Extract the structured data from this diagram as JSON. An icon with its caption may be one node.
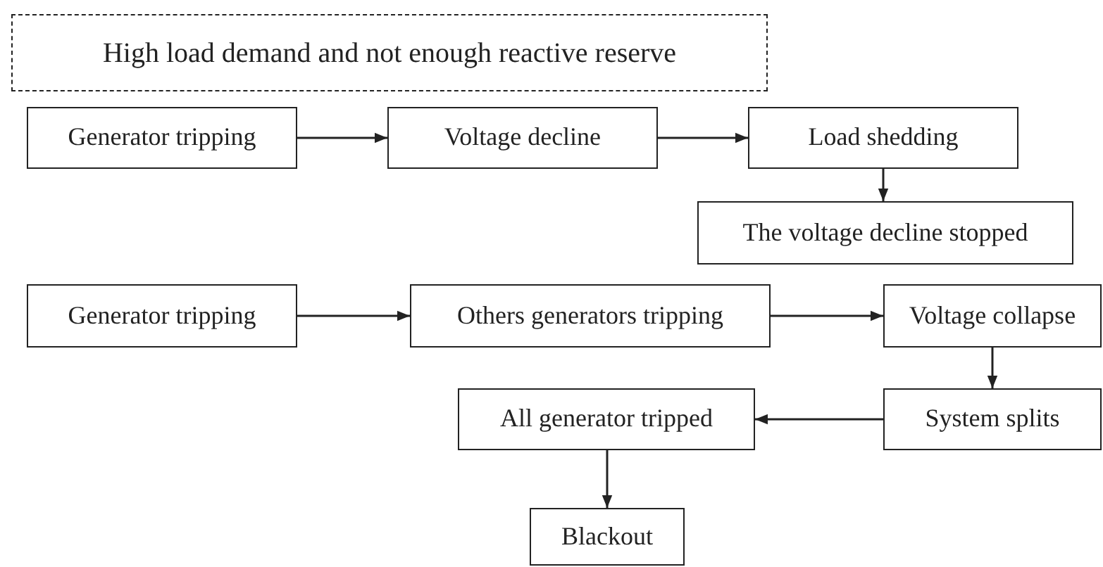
{
  "diagram": {
    "nodes": [
      {
        "text": [
          "High load demand and not enough reactive reserve"
        ]
      },
      {
        "text": [
          "Generator tripping"
        ]
      },
      {
        "text": [
          "Voltage decline"
        ]
      },
      {
        "text": [
          "Load shedding"
        ]
      },
      {
        "text": [
          "The voltage decline stopped"
        ]
      },
      {
        "text": [
          "Generator tripping"
        ]
      },
      {
        "text": [
          "Others generators tripping"
        ]
      },
      {
        "text": [
          "Voltage collapse"
        ]
      },
      {
        "text": [
          "System splits"
        ]
      },
      {
        "text": [
          "All generator tripped"
        ]
      },
      {
        "text": [
          "Blackout"
        ]
      }
    ],
    "edges": [
      {
        "from": 1,
        "to": 2,
        "arrow": "to"
      },
      {
        "from": 2,
        "to": 3,
        "arrow": "to"
      },
      {
        "from": 3,
        "to": 4,
        "arrow": "to"
      },
      {
        "from": 5,
        "to": 6,
        "arrow": "to"
      },
      {
        "from": 6,
        "to": 7,
        "arrow": "to"
      },
      {
        "from": 7,
        "to": 8,
        "arrow": "to"
      },
      {
        "from": 8,
        "to": 9,
        "arrow": "to"
      },
      {
        "from": 9,
        "to": 10,
        "arrow": "to"
      }
    ]
  }
}
